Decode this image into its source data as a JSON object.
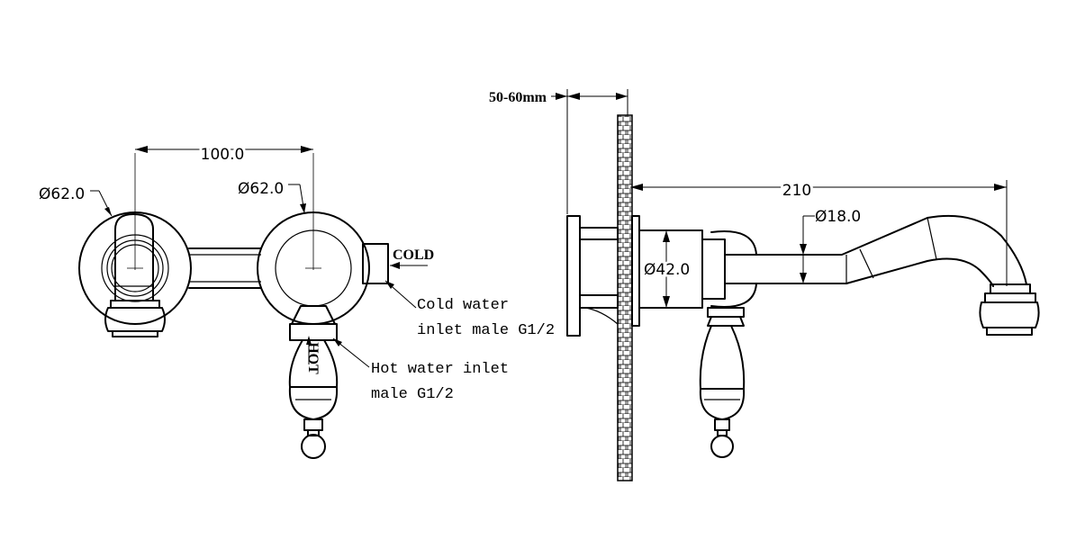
{
  "front_view": {
    "dim_centers": "100.0",
    "dim_left_diameter": "Ø62.0",
    "dim_right_diameter": "Ø62.0",
    "cold_label": "COLD",
    "hot_label": "HOT",
    "cold_note_line1": "Cold water",
    "cold_note_line2": "inlet male G1/2",
    "hot_note_line1": "Hot water inlet",
    "hot_note_line2": "male G1/2"
  },
  "side_view": {
    "dim_wall": "50-60mm",
    "dim_reach": "210",
    "dim_spout_diameter": "Ø18.0",
    "dim_body_diameter": "Ø42.0"
  }
}
